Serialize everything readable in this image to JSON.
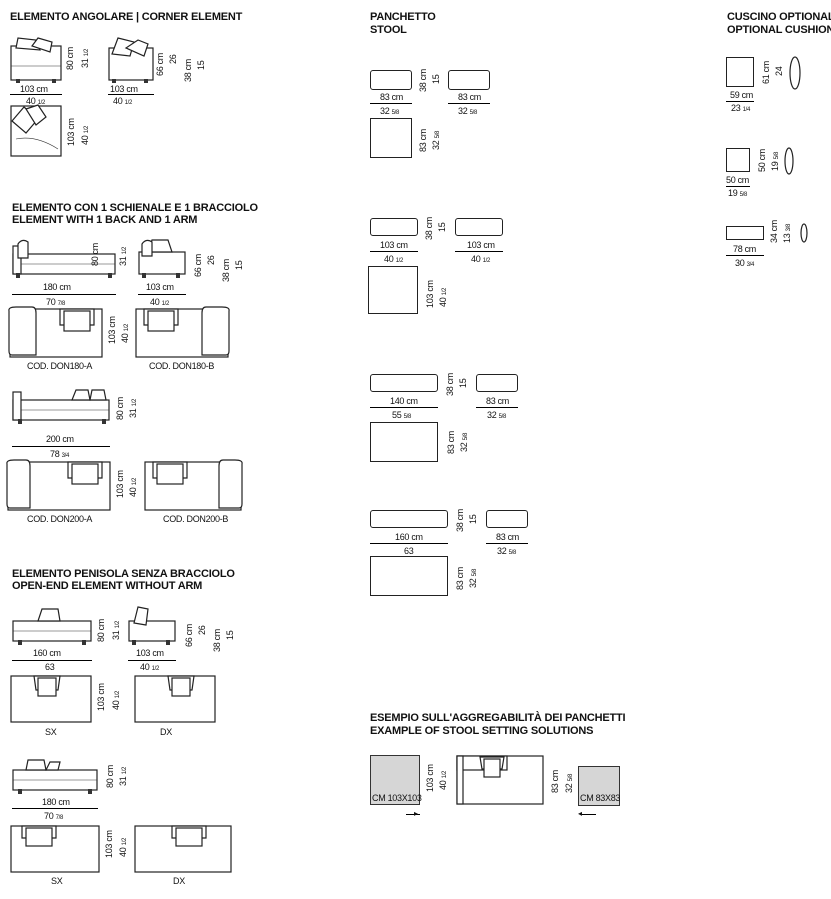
{
  "sections": {
    "corner": {
      "title_line1": "ELEMENTO ANGOLARE  |  CORNER ELEMENT"
    },
    "one_back_arm": {
      "title_line1": "ELEMENTO CON 1 SCHIENALE E 1 BRACCIOLO",
      "title_line2": "ELEMENT WITH 1 BACK AND 1 ARM"
    },
    "open_end": {
      "title_line1": "ELEMENTO PENISOLA SENZA BRACCIOLO",
      "title_line2": "OPEN-END ELEMENT WITHOUT ARM"
    },
    "stool": {
      "title_line1": "PANCHETTO",
      "title_line2": "STOOL"
    },
    "cushion": {
      "title_line1": "CUSCINO OPTIONAL",
      "title_line2": "OPTIONAL CUSHION"
    },
    "example": {
      "title_line1": "ESEMPIO SULL'AGGREGABILITÀ DEI PANCHETTI",
      "title_line2": "EXAMPLE OF STOOL SETTING SOLUTIONS"
    }
  },
  "dims": {
    "cm103": "103 cm",
    "in40h": "40",
    "half": "1/2",
    "cm80": "80 cm",
    "in31h": "31",
    "cm66": "66 cm",
    "in26": "26",
    "cm38": "38 cm",
    "in15": "15",
    "cm180": "180 cm",
    "in70": "70",
    "f78": "7/8",
    "cm200": "200 cm",
    "in78": "78",
    "f34": "3/4",
    "cm160": "160 cm",
    "in63": "63",
    "cm83": "83 cm",
    "in32": "32",
    "f58": "5/8",
    "cm140": "140 cm",
    "in55": "55",
    "cm61": "61 cm",
    "in24": "24",
    "cm59": "59 cm",
    "in23": "23",
    "f14": "1/4",
    "cm50": "50 cm",
    "in19": "19",
    "cm34": "34 cm",
    "in13": "13",
    "f38": "3/8",
    "cm78": "78 cm",
    "in30": "30"
  },
  "codes": {
    "don180a": "COD. DON180-A",
    "don180b": "COD. DON180-B",
    "don200a": "COD. DON200-A",
    "don200b": "COD. DON200-B",
    "sx": "SX",
    "dx": "DX"
  },
  "example_labels": {
    "big": "CM 103X103",
    "small": "CM 83X83"
  }
}
